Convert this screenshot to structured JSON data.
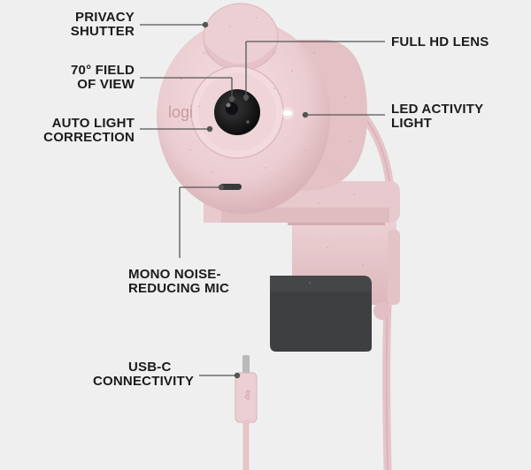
{
  "callouts": {
    "privacy_shutter": [
      "PRIVACY",
      "SHUTTER"
    ],
    "field_of_view": [
      "70° FIELD",
      "OF VIEW"
    ],
    "auto_light": [
      "AUTO LIGHT",
      "CORRECTION"
    ],
    "mono_mic": [
      "MONO NOISE-",
      "REDUCING MIC"
    ],
    "usb_c": [
      "USB-C",
      "CONNECTIVITY"
    ],
    "full_hd_lens": [
      "FULL HD LENS"
    ],
    "led_activity": [
      "LED ACTIVITY",
      "LIGHT"
    ]
  },
  "brand": {
    "logo_text": "logi"
  },
  "colors": {
    "background": "#efefef",
    "body_pink": "#ecd0d3",
    "body_shade": "#dfbcc0",
    "lens_dark": "#1a1a1a",
    "leader_line": "#555555",
    "text": "#1b1b1b"
  }
}
